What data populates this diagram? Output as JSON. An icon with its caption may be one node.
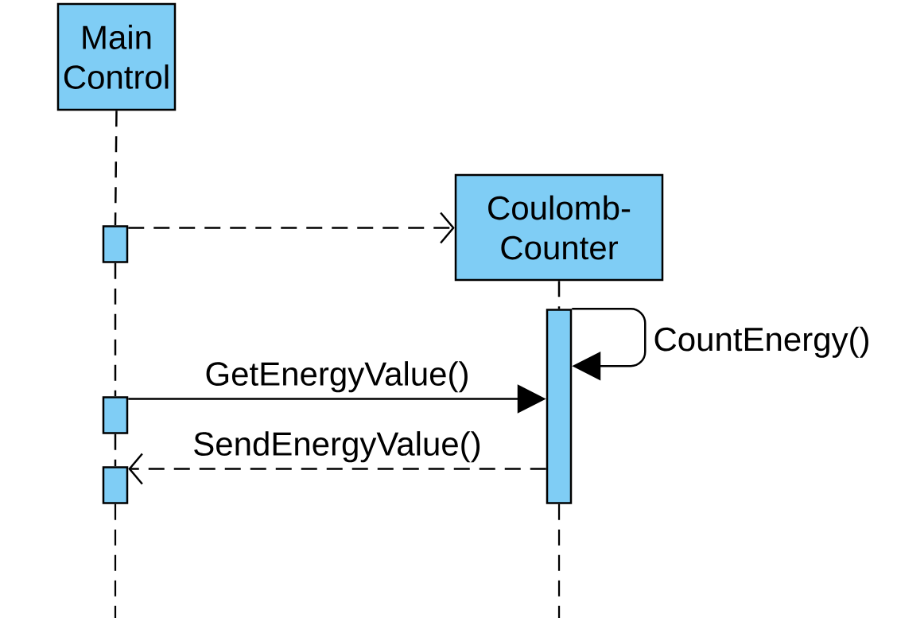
{
  "diagram": {
    "nodes": [
      {
        "text": [
          "Main Control"
        ]
      },
      {
        "text": [
          "Coulomb-Counter"
        ]
      },
      {
        "text": [],
        "shape": "bar"
      },
      {
        "text": [],
        "shape": "bar"
      },
      {
        "text": [],
        "shape": "bar"
      },
      {
        "text": [],
        "shape": "bar"
      }
    ],
    "edges": [
      {
        "from": 0,
        "to": 2,
        "arrow": "none",
        "style": "dashed"
      },
      {
        "from": 2,
        "to": 3,
        "arrow": "none",
        "style": "dashed"
      },
      {
        "from": 3,
        "to": 4,
        "arrow": "none",
        "style": "dashed"
      },
      {
        "from": 4,
        "to": null,
        "arrow": "none",
        "style": "dashed"
      },
      {
        "from": 1,
        "to": 5,
        "arrow": "none",
        "style": "dashed"
      },
      {
        "from": 5,
        "to": null,
        "arrow": "none",
        "style": "dashed"
      },
      {
        "from": 2,
        "to": 1,
        "arrow": "to",
        "style": "dashed"
      },
      {
        "from": 3,
        "to": 5,
        "arrow": "to",
        "label": "GetEnergyValue()"
      },
      {
        "from": 5,
        "to": 5,
        "arrow": "to",
        "label": "CountEnergy()"
      },
      {
        "from": 5,
        "to": 4,
        "arrow": "to",
        "style": "dashed",
        "label": "SendEnergyValue()"
      }
    ]
  }
}
